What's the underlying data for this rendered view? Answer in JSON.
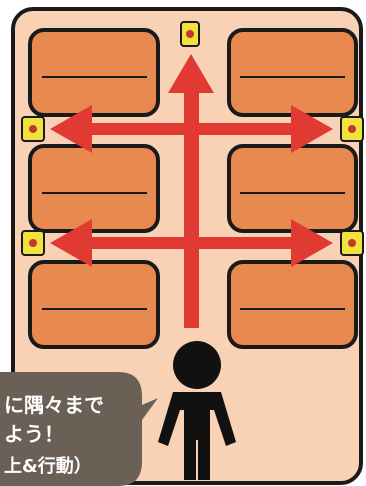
{
  "colors": {
    "room_fill": "#f9d2b6",
    "room_border": "#1a1a1a",
    "desk_fill": "#e8894f",
    "desk_border": "#1a1a1a",
    "desk_line": "#1a1a1a",
    "arrow": "#e03a33",
    "exit_sign_fill": "#f3e13c",
    "exit_sign_dot": "#c0392b",
    "person": "#111111",
    "bubble_fill": "#6b6056",
    "bubble_text": "#ffffff"
  },
  "icons": {
    "person": "person-silhouette-icon",
    "sign": "exit-sign-icon"
  },
  "speech_bubble": {
    "line1": "に隅々まで",
    "line2": "よう！",
    "line3": "上&行動）"
  }
}
